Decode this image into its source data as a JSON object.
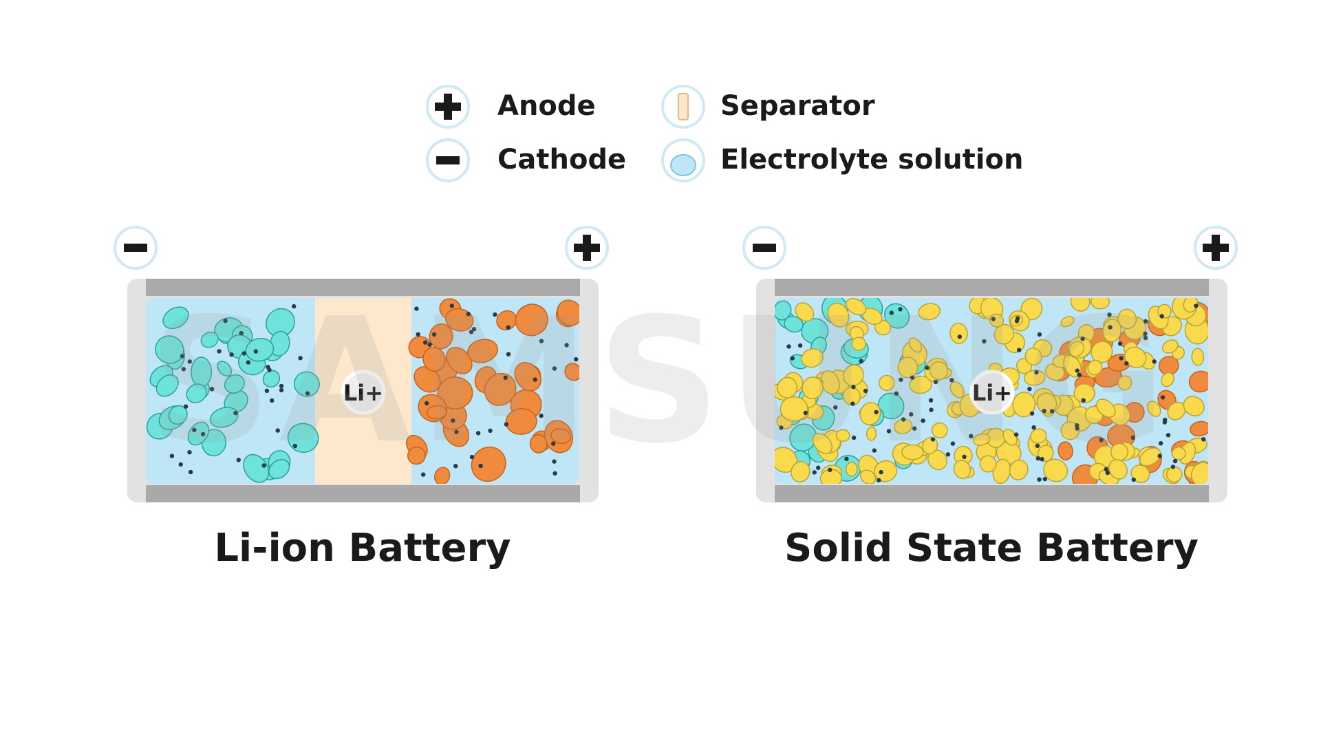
{
  "legend": {
    "anode": {
      "label": "Anode",
      "icon": "plus-icon"
    },
    "cathode": {
      "label": "Cathode",
      "icon": "minus-icon"
    },
    "separator": {
      "label": "Separator",
      "icon": "separator-icon"
    },
    "electrolyte": {
      "label": "Electrolyte solution",
      "icon": "electrolyte-drop-icon"
    }
  },
  "batteries": [
    {
      "key": "liion",
      "title": "Li-ion Battery",
      "ion_label": "Li+",
      "negative_icon": "minus-icon",
      "positive_icon": "plus-icon"
    },
    {
      "key": "solid",
      "title": "Solid State Battery",
      "ion_label": "Li+",
      "negative_icon": "minus-icon",
      "positive_icon": "plus-icon"
    }
  ],
  "watermark": "SAMSUNG",
  "colors": {
    "anode_particle": "#6ee3dc",
    "cathode_particle": "#f08a3c",
    "solid_electrolyte_particle": "#f8da4c",
    "electrolyte": "#bfe6f6",
    "separator": "#fde8cc",
    "casing": "#a9a9a9",
    "casing_light": "#e2e2e2",
    "terminal_ring": "#cfeaf3",
    "text": "#1a1a1a"
  }
}
